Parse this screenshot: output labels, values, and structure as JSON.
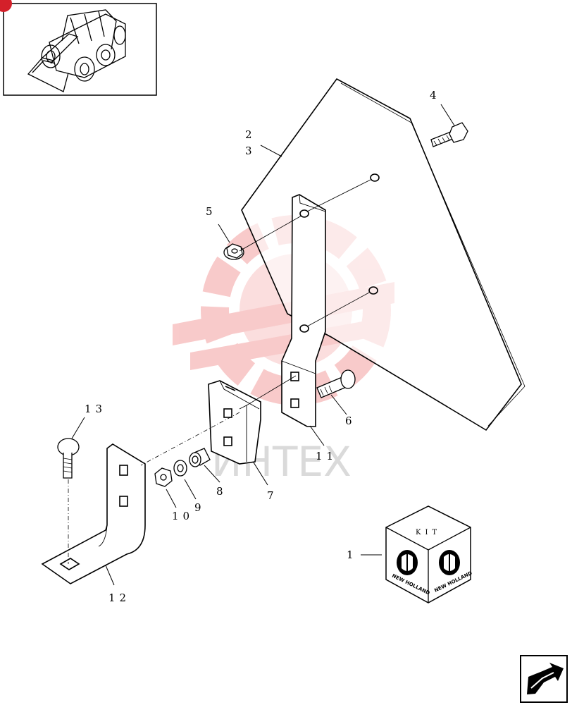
{
  "watermark": {
    "text": "ИНТЕХ",
    "color": "#f4a0a0"
  },
  "callouts": {
    "c1": "1",
    "c2": "2",
    "c3": "3",
    "c4": "4",
    "c5": "5",
    "c6": "6",
    "c7": "7",
    "c8": "8",
    "c9": "9",
    "c10": "10",
    "c11": "11",
    "c12": "12",
    "c13": "13"
  },
  "kit_box": {
    "label": "KIT",
    "brand_left": "NEW HOLLAND",
    "brand_right": "NEW HOLLAND"
  },
  "icons": {
    "thumbnail": "skid-steer-loader-icon",
    "navigation": "next-page-arrow-icon"
  }
}
